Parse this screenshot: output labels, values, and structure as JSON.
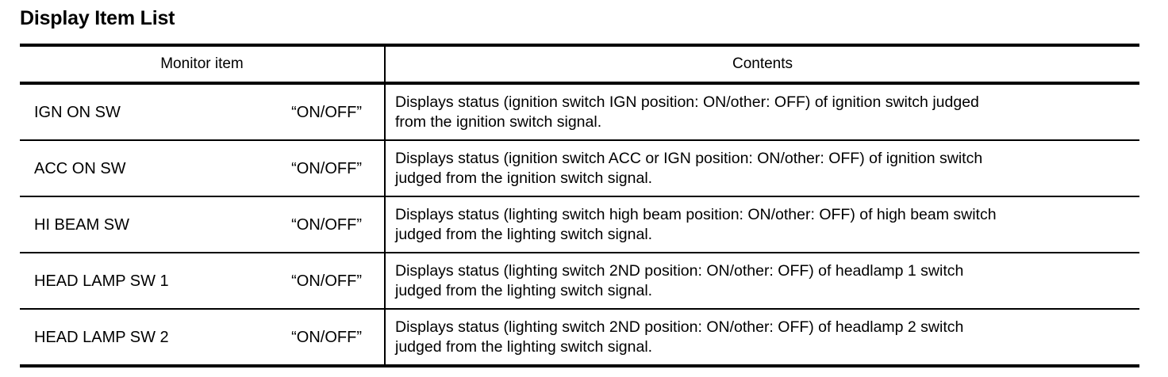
{
  "page_title": "Display Item List",
  "table": {
    "headers": {
      "monitor_item": "Monitor item",
      "contents": "Contents"
    },
    "rows": [
      {
        "monitor_item": "IGN ON SW",
        "value": "“ON/OFF”",
        "contents_line1": "Displays status (ignition switch IGN position: ON/other: OFF) of ignition switch judged",
        "contents_line2": "from the ignition switch signal."
      },
      {
        "monitor_item": "ACC ON SW",
        "value": "“ON/OFF”",
        "contents_line1": "Displays status (ignition switch ACC or IGN position: ON/other: OFF) of ignition switch",
        "contents_line2": "judged from the ignition switch signal."
      },
      {
        "monitor_item": "HI BEAM SW",
        "value": "“ON/OFF”",
        "contents_line1": "Displays status (lighting switch high beam position: ON/other: OFF) of high beam switch",
        "contents_line2": "judged from the lighting switch signal."
      },
      {
        "monitor_item": "HEAD LAMP SW 1",
        "value": "“ON/OFF”",
        "contents_line1": "Displays status (lighting switch 2ND position: ON/other: OFF) of headlamp 1 switch",
        "contents_line2": "judged from the lighting switch signal."
      },
      {
        "monitor_item": "HEAD LAMP SW 2",
        "value": "“ON/OFF”",
        "contents_line1": "Displays status (lighting switch 2ND position: ON/other: OFF) of headlamp 2 switch",
        "contents_line2": "judged from the lighting switch signal."
      }
    ]
  },
  "colors": {
    "text": "#000000",
    "background": "#ffffff",
    "rule": "#000000"
  }
}
